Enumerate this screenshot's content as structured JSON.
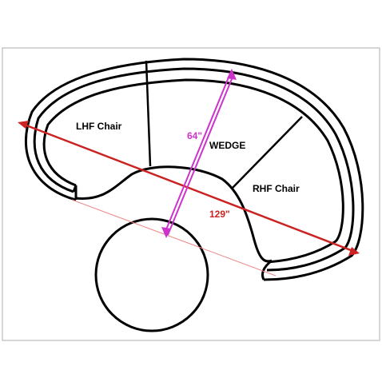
{
  "diagram": {
    "pieces": {
      "lhf": "LHF Chair",
      "wedge": "WEDGE",
      "rhf": "RHF Chair"
    },
    "dimensions": {
      "depth": "64\"",
      "width": "129\""
    },
    "colors": {
      "depth_arrow": "#cc33cc",
      "width_arrow": "#cc2222",
      "outline": "#000000",
      "frame": "#cccccc"
    }
  }
}
